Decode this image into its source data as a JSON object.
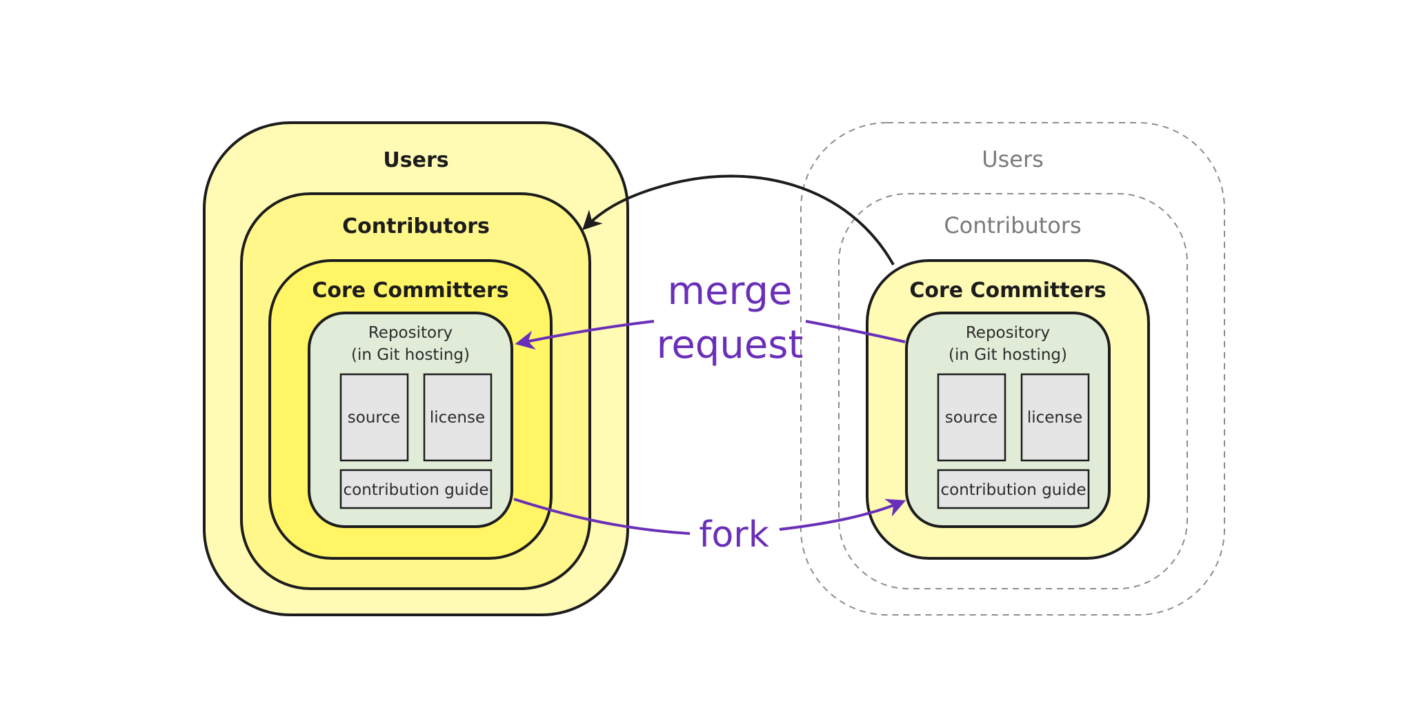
{
  "colors": {
    "users_fill": "#fffbb5",
    "contributors_fill": "#fff78a",
    "core_fill": "#fff565",
    "repo_fill": "#e1ecd8",
    "box_fill": "#e5e5e5",
    "stroke": "#1c1c1c",
    "ghost_stroke": "#8c8c8c",
    "accent_purple": "#6a2fb8"
  },
  "upstream": {
    "users_label": "Users",
    "contributors_label": "Contributors",
    "core_label": "Core Committers",
    "repo_label_line1": "Repository",
    "repo_label_line2": "(in Git hosting)",
    "source_label": "source",
    "license_label": "license",
    "guide_label": "contribution guide"
  },
  "fork_side": {
    "users_label": "Users",
    "contributors_label": "Contributors",
    "core_label": "Core Committers",
    "repo_label_line1": "Repository",
    "repo_label_line2": "(in Git hosting)",
    "source_label": "source",
    "license_label": "license",
    "guide_label": "contribution guide"
  },
  "actions": {
    "merge_line1": "merge",
    "merge_line2": "request",
    "fork": "fork"
  }
}
